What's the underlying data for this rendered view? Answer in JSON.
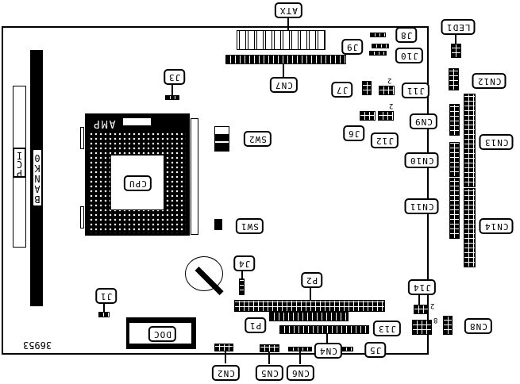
{
  "diagram": {
    "orientation": "rotated 180 degrees",
    "board_id": "36953",
    "labels": {
      "atx": "ATX",
      "cn7": "CN7",
      "j8": "J8",
      "j9": "J9",
      "j10": "J10",
      "led1": "LED1",
      "cn12": "CN12",
      "j7": "J7",
      "j11": "J11",
      "j6": "J6",
      "j12": "J12",
      "cn9": "CN9",
      "cn13": "CN13",
      "cn10": "CN10",
      "cn11": "CN11",
      "cn14": "CN14",
      "j3": "J3",
      "amp": "AMP",
      "cpu": "CPU",
      "sw2": "SW2",
      "sw1": "SW1",
      "bank0": "BANK0",
      "pci": "PCI",
      "j4": "J4",
      "p2": "P2",
      "p1": "P1",
      "j1": "J1",
      "doc": "DOC",
      "j14": "J14",
      "j13": "J13",
      "cn8": "CN8",
      "j5": "J5",
      "cn4": "CN4",
      "cn2": "CN2",
      "cn5": "CN5",
      "cn6": "CN6"
    },
    "pin_markers": {
      "j11_pin": "2",
      "j12_pin": "2",
      "j14_pin": "2",
      "j13_pin": "8"
    }
  }
}
